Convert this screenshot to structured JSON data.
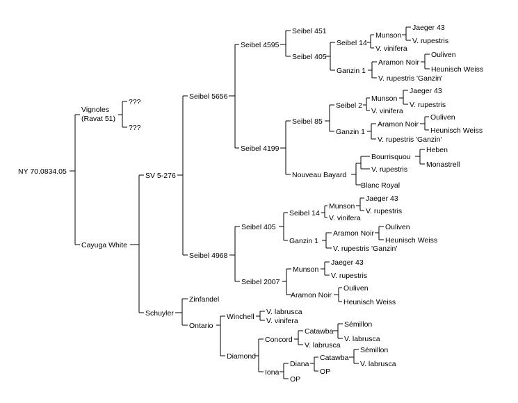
{
  "pedigree": {
    "root": "NY 70.0834.05",
    "parents": {
      "vignoles": [
        "Vignoles",
        "(Ravat 51)"
      ],
      "vignoles_p1": "???",
      "vignoles_p2": "???",
      "cayuga_white": "Cayuga White"
    },
    "cayuga_branch": {
      "sv_5_276": "SV 5-276",
      "schuyler": "Schuyler"
    },
    "sv_branch": {
      "seibel_5656": "Seibel 5656",
      "seibel_4968": "Seibel 4968"
    },
    "seibel_5656_branch": {
      "seibel_4595": "Seibel 4595",
      "seibel_4199": "Seibel 4199",
      "seibel_451": "Seibel 451",
      "seibel_405": "Seibel 405",
      "seibel_14": "Seibel 14",
      "ganzin_1": "Ganzin 1",
      "munson": "Munson",
      "v_vinifera": "V. vinifera",
      "jaeger_43": "Jaeger 43",
      "v_rupestris": "V. rupestris",
      "aramon_noir": "Aramon Noir",
      "v_rupestris_ganzin": "V. rupestris 'Ganzin'",
      "ouliven": "Ouliven",
      "heunisch_weiss": "Heunisch Weiss"
    },
    "seibel_4199_branch": {
      "seibel_85": "Seibel 85",
      "nouveau_bayard": "Nouveau Bayard",
      "seibel_2": "Seibel 2",
      "ganzin_1": "Ganzin 1",
      "munson": "Munson",
      "v_vinifera": "V. vinifera",
      "jaeger_43": "Jaeger 43",
      "v_rupestris": "V. rupestris",
      "aramon_noir": "Aramon Noir",
      "v_rupestris_ganzin": "V. rupestris 'Ganzin'",
      "ouliven": "Ouliven",
      "heunisch_weiss": "Heunisch Weiss",
      "bourrisquou": "Bourrisquou",
      "v_rupestris_2": "V. rupestris",
      "blanc_royal": "Blanc Royal",
      "heben": "Heben",
      "monastrell": "Monastrell"
    },
    "seibel_4968_branch": {
      "seibel_405": "Seibel 405",
      "seibel_2007": "Seibel 2007",
      "seibel_14": "Seibel 14",
      "ganzin_1": "Ganzin 1",
      "munson": "Munson",
      "v_vinifera": "V. vinifera",
      "jaeger_43": "Jaeger 43",
      "v_rupestris": "V. rupestris",
      "aramon_noir": "Aramon Noir",
      "v_rupestris_ganzin": "V. rupestris 'Ganzin'",
      "ouliven": "Ouliven",
      "heunisch_weiss": "Heunisch Weiss",
      "munson_2": "Munson",
      "aramon_noir_2": "Aramon Noir",
      "jaeger_43_2": "Jaeger 43",
      "v_rupestris_2": "V. rupestris",
      "ouliven_2": "Ouliven",
      "heunisch_weiss_2": "Heunisch Weiss"
    },
    "schuyler_branch": {
      "zinfandel": "Zinfandel",
      "ontario": "Ontario",
      "winchell": "Winchell",
      "diamond": "Diamond",
      "v_labrusca": "V. labrusca",
      "v_vinifera": "V. vinifera",
      "concord": "Concord",
      "iona": "Iona",
      "catawba": "Catawba",
      "v_labrusca_2": "V. labrusca",
      "semillon": "Sémillon",
      "v_labrusca_3": "V. labrusca",
      "diana": "Diana",
      "op": "OP",
      "catawba_2": "Catawba",
      "op_2": "OP",
      "semillon_2": "Sémillon",
      "v_labrusca_4": "V. labrusca"
    }
  }
}
